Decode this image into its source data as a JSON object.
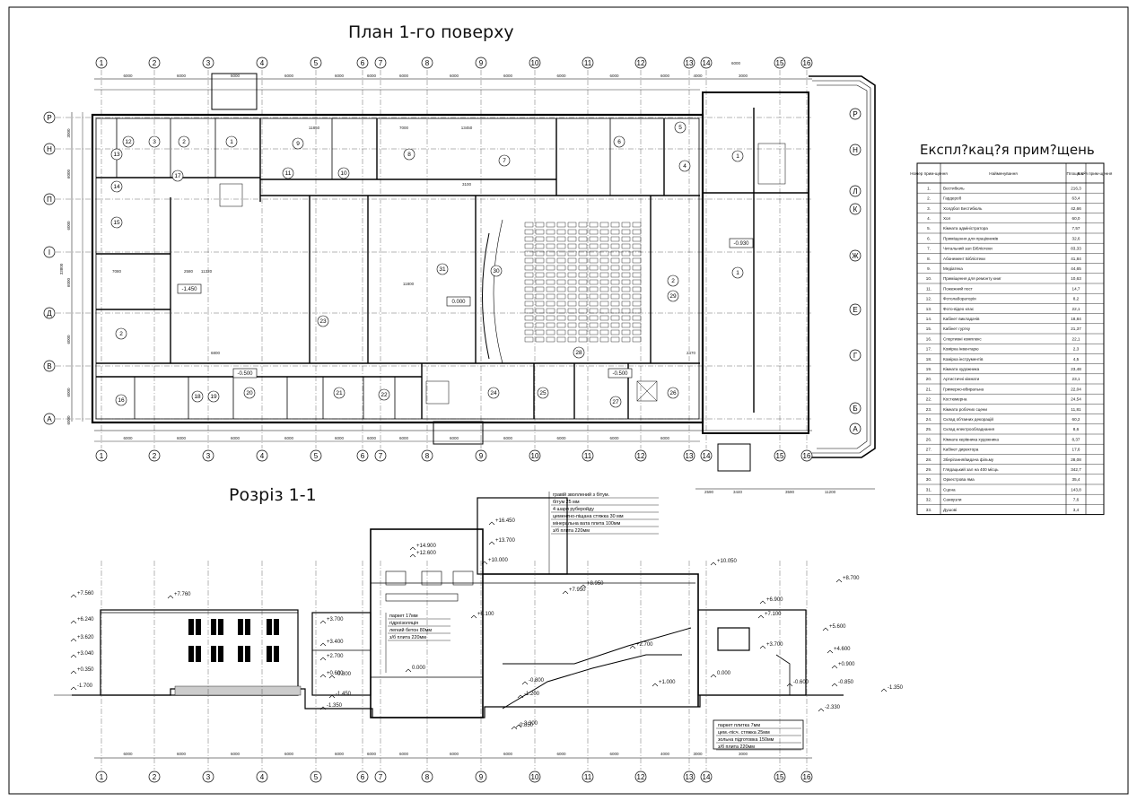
{
  "titles": {
    "plan": "План 1-го поверху",
    "section": "Розріз 1-1",
    "legend": "Експл?кац?я прим?щень"
  },
  "axes": {
    "numbered": [
      "1",
      "2",
      "3",
      "4",
      "5",
      "6",
      "7",
      "8",
      "9",
      "10",
      "11",
      "12",
      "13",
      "14",
      "15",
      "16"
    ],
    "lettered": [
      "Р",
      "Н",
      "П",
      "І",
      "Д",
      "В",
      "А"
    ],
    "lettered_right": [
      "Р",
      "Н",
      "Л",
      "К",
      "Ж",
      "Е",
      "Г",
      "Б",
      "А"
    ]
  },
  "plan_dims": {
    "top": [
      "6000",
      "6000",
      "6000",
      "6000",
      "6000",
      "6000",
      "6000",
      "6000",
      "6000",
      "6000",
      "6000",
      "6000",
      "4000",
      "3000"
    ],
    "top_wing": "6000",
    "bottom": [
      "6000",
      "6000",
      "6000",
      "6000",
      "6000",
      "6000",
      "6000",
      "6000",
      "6000",
      "6000",
      "6000",
      "6000"
    ],
    "bottom_right": [
      "2590",
      "3440",
      "3590",
      "11200"
    ],
    "left": [
      "3000",
      "6000",
      "6000",
      "6000",
      "6000",
      "6000",
      "6000"
    ],
    "left_total": "33800",
    "misc": [
      "11800",
      "11320",
      "7080",
      "2580",
      "13450",
      "7000",
      "6800",
      "3100",
      "2470",
      "11850"
    ]
  },
  "plan_rooms": [
    "1",
    "2",
    "3",
    "4",
    "5",
    "6",
    "7",
    "8",
    "9",
    "10",
    "11",
    "12",
    "13",
    "14",
    "15",
    "16",
    "17",
    "18",
    "19",
    "20",
    "21",
    "22",
    "23",
    "24",
    "25",
    "26",
    "27",
    "28",
    "29",
    "30",
    "31"
  ],
  "plan_levels": [
    "-1.450",
    "0.000",
    "-0.930",
    "-0.500",
    "-0.500"
  ],
  "section_levels": {
    "left": [
      "+7.560",
      "+6.240",
      "+3.620",
      "+3.040",
      "+0.350",
      "-1.700"
    ],
    "mid": [
      "+7.760",
      "+3.700",
      "+3.400",
      "+2.700",
      "+0.600",
      "0.000",
      "-0.800",
      "-1.350",
      "-1.450"
    ],
    "tower": [
      "+16.450",
      "+13.700",
      "+14.900",
      "+12.600",
      "+10.000",
      "+8.950",
      "+6.100",
      "+7.950",
      "+2.700",
      "+1.000",
      "-1.200",
      "-0.800",
      "-3.300",
      "-0.850"
    ],
    "right": [
      "+10.050",
      "+8.700",
      "+6.900",
      "+7.100",
      "+5.600",
      "+4.600",
      "+3.700",
      "+0.900",
      "0.000",
      "-0.600",
      "-0.850",
      "-1.350",
      "-2.330"
    ]
  },
  "section_notes": {
    "roof": [
      "гравій зволлений з бітум.",
      "бітум 25 мм",
      "4 шари руберойду",
      "цементно-піщана стяжка 30 мм",
      "мінеральна вата плита 100мм",
      "з/б плита 220мм"
    ],
    "floor_mid": [
      "паркет 17мм",
      "гідроізоляція",
      "легкий бетон 80мм",
      "з/б плита 220мм"
    ],
    "floor_right": [
      "паркет плитка 7мм",
      "цем.-пісч. стяжка 25мм",
      "зольна підготовка 150мм",
      "з/б плита 220мм"
    ]
  },
  "section_dims_bottom": [
    "6000",
    "6000",
    "6000",
    "6000",
    "6000",
    "6000",
    "6000",
    "6000",
    "6000",
    "6000",
    "6000",
    "4000",
    "3000",
    "3000"
  ],
  "table": {
    "headers": [
      "Номер прим-щення",
      "Найменування",
      "Площа м²",
      "Кат-я прим-щення"
    ],
    "rows": [
      [
        "1.",
        "Вестибюль",
        "216,3",
        ""
      ],
      [
        "2.",
        "Гардероб",
        "63,4",
        ""
      ],
      [
        "3.",
        "Холдбол Бестибюль",
        "42,66",
        ""
      ],
      [
        "4.",
        "Хол",
        "60,0",
        ""
      ],
      [
        "5.",
        "Кімната адміністратора",
        "7,57",
        ""
      ],
      [
        "6.",
        "Приміщення для працівників",
        "32,6",
        ""
      ],
      [
        "7.",
        "Читальний зал Бібліотеки",
        "83,33",
        ""
      ],
      [
        "8.",
        "Абонемент Бібліотеки",
        "41,84",
        ""
      ],
      [
        "9.",
        "Медіатека",
        "44,65",
        ""
      ],
      [
        "10.",
        "Приміщення для ремонту книг",
        "10,63",
        ""
      ],
      [
        "11.",
        "Пожежний пост",
        "14,7",
        ""
      ],
      [
        "12.",
        "Фотолабораторія",
        "8,2",
        ""
      ],
      [
        "13.",
        "Фото-відео клас",
        "22,1",
        ""
      ],
      [
        "14.",
        "Кабінет викладачів",
        "18,84",
        ""
      ],
      [
        "15.",
        "Кабінет гуртку",
        "21,37",
        ""
      ],
      [
        "16.",
        "Спортивні комплекс",
        "22,1",
        ""
      ],
      [
        "17.",
        "Комірка інвентарю",
        "2,3",
        ""
      ],
      [
        "18.",
        "Комірка інструментів",
        "4,5",
        ""
      ],
      [
        "19.",
        "Кімната художника",
        "23,48",
        ""
      ],
      [
        "20.",
        "Артистичні кімнати",
        "23,1",
        ""
      ],
      [
        "21.",
        "Гримерно-вбиральна",
        "22,04",
        ""
      ],
      [
        "22.",
        "Костюмерна",
        "24,54",
        ""
      ],
      [
        "23.",
        "Кімната робочих сцени",
        "11,81",
        ""
      ],
      [
        "24.",
        "Склад об'ємних декорацій",
        "60,2",
        ""
      ],
      [
        "25.",
        "Склад електрообладнання",
        "8,6",
        ""
      ],
      [
        "26.",
        "Кімната керівника художника",
        "8,37",
        ""
      ],
      [
        "27.",
        "Кабінет директора",
        "17,6",
        ""
      ],
      [
        "28.",
        "Зберігання/видача фільму",
        "28,08",
        ""
      ],
      [
        "29.",
        "Глядацький зал на 400 місць",
        "342,7",
        ""
      ],
      [
        "30.",
        "Оркестрова яма",
        "35,4",
        ""
      ],
      [
        "31.",
        "Сцена",
        "143,8",
        ""
      ],
      [
        "32.",
        "Санвузли",
        "7,6",
        ""
      ],
      [
        "33.",
        "Душові",
        "3,4",
        ""
      ]
    ]
  }
}
